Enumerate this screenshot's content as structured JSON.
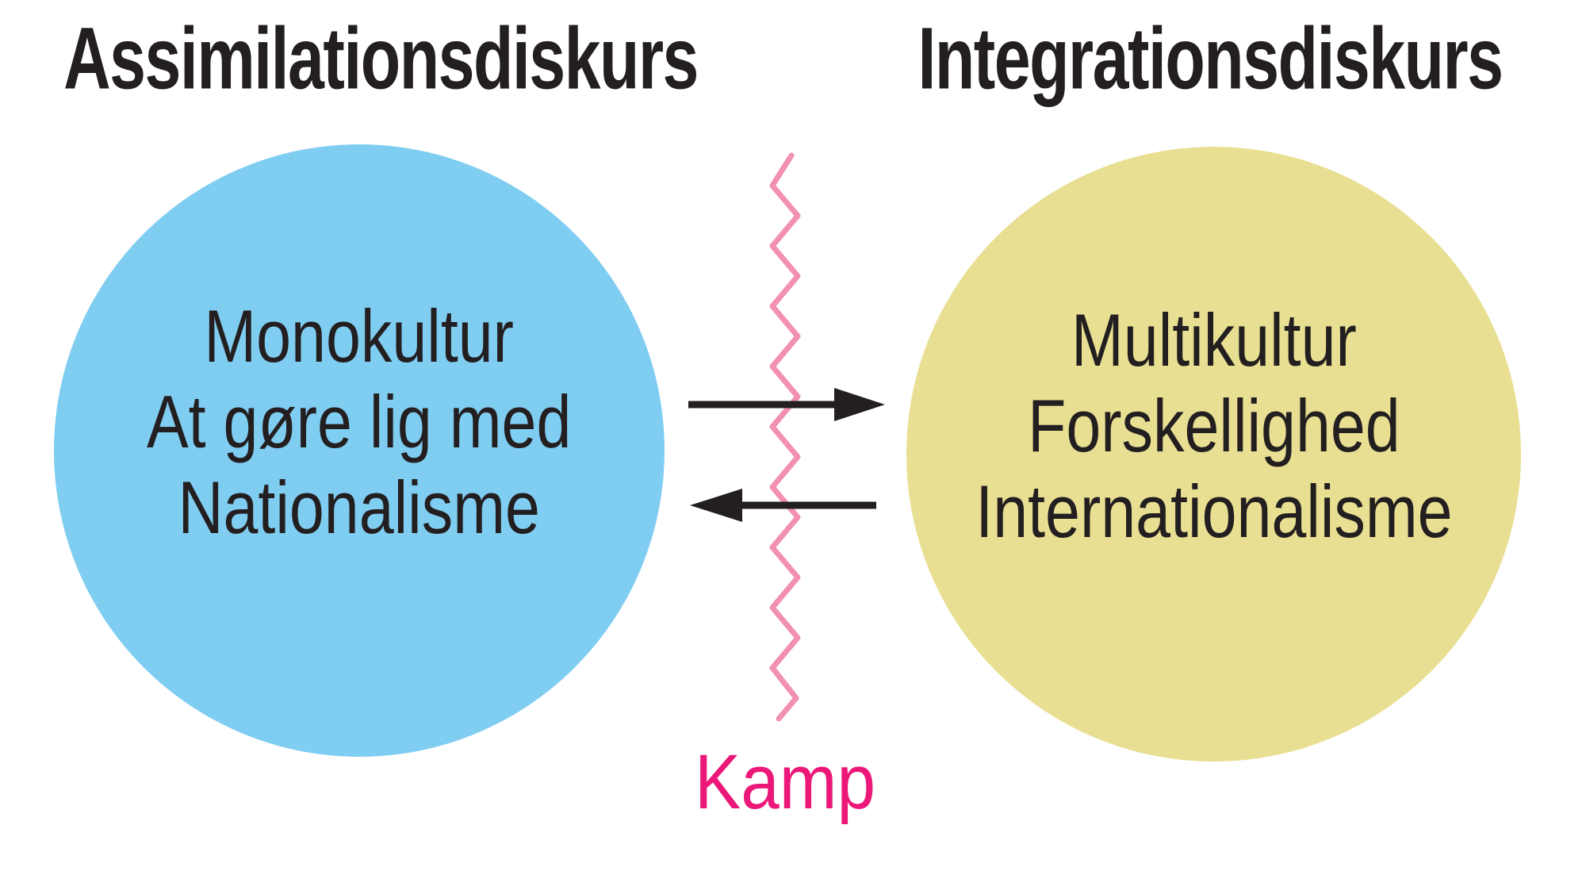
{
  "headings": {
    "left": "Assimilationsdiskurs",
    "right": "Integrationsdiskurs"
  },
  "left_circle": {
    "lines": [
      "Monokultur",
      "At gøre lig med",
      "Nationalisme"
    ]
  },
  "right_circle": {
    "lines": [
      "Multikultur",
      "Forskellighed",
      "Internationalisme"
    ]
  },
  "conflict": {
    "label": "Kamp"
  },
  "icons": {
    "zigzag": "conflict-zigzag-line",
    "arrow_top": "arrow-right-icon",
    "arrow_bottom": "arrow-left-icon"
  },
  "colors": {
    "assimilation_circle_blue": "#80cdf2",
    "integration_circle_yellow": "#e8df92",
    "zigzag_pink": "#f291af",
    "conflict_label_pink": "#ec1879",
    "text_dark": "#231f20"
  }
}
